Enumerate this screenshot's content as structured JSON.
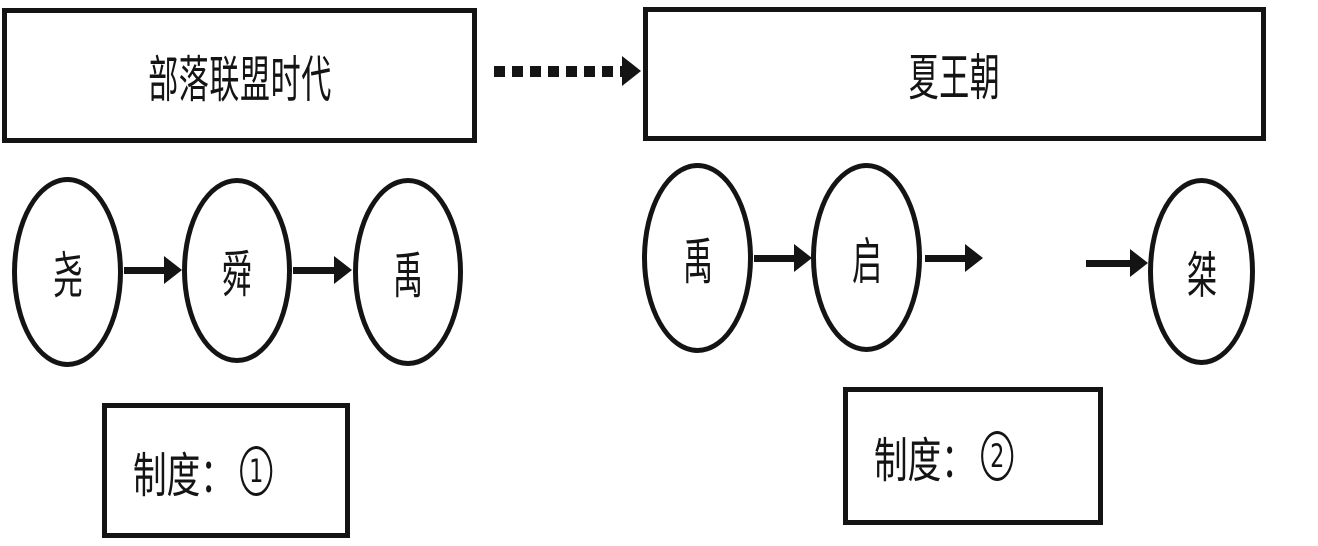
{
  "colors": {
    "ink": "#141414",
    "paper": "#ffffff"
  },
  "left_section": {
    "era_title": "部落联盟时代",
    "nodes": [
      "尧",
      "舜",
      "禹"
    ],
    "system_label": "制度：",
    "system_digit": "1"
  },
  "transition": {
    "style": "dashed-arrow-right"
  },
  "right_section": {
    "era_title": "夏王朝",
    "nodes": [
      "禹",
      "启",
      "桀"
    ],
    "system_label": "制度：",
    "system_digit": "2"
  }
}
